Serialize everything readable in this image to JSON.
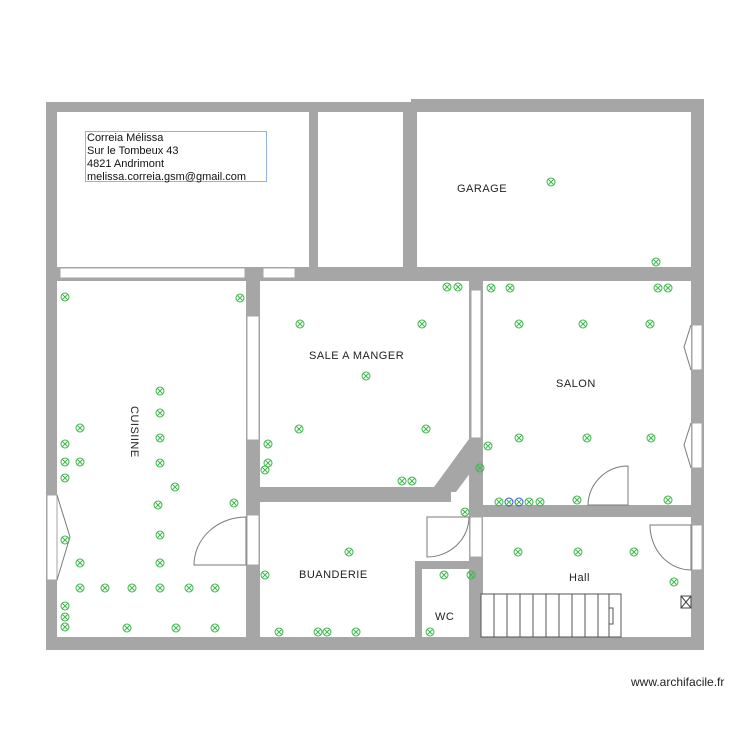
{
  "owner": {
    "name": "Correia Mélissa",
    "street": "Sur le Tombeux 43",
    "city": "4821 Andrimont",
    "email": "melissa.correia.gsm@gmail.com"
  },
  "rooms": {
    "garage": "GARAGE",
    "salle_a_manger": "SALE A MANGER",
    "salon": "SALON",
    "cuisine": "CUISIINE",
    "buanderie": "BUANDERIE",
    "wc": "WC",
    "hall": "Hall"
  },
  "watermark": "www.archifacile.fr",
  "colors": {
    "wall": "#a6a6a6",
    "electrical_symbol": "#3cb84a",
    "info_box_border": "#8fb4e0"
  },
  "icons": [
    "outlet-icon",
    "door-swing-icon",
    "window-icon",
    "staircase-icon",
    "meter-box-icon"
  ]
}
